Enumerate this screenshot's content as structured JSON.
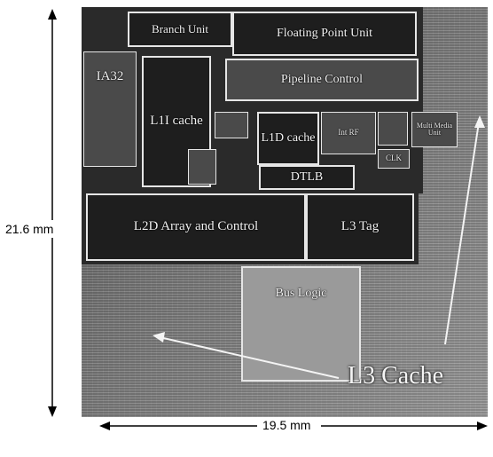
{
  "dimensions": {
    "height_label": "21.6 mm",
    "width_label": "19.5 mm"
  },
  "blocks": {
    "branch_unit": "Branch Unit",
    "floating_point_unit": "Floating Point Unit",
    "ia32": "IA32",
    "l1i_cache": "L1I cache",
    "pipeline_control": "Pipeline Control",
    "l1d_cache": "L1D cache",
    "int_rf": "Int RF",
    "multi_media_unit": "Multi Media Unit",
    "dtlb": "DTLB",
    "clk": "CLK",
    "l2d_array": "L2D Array and Control",
    "l3_tag": "L3 Tag",
    "bus_logic": "Bus Logic",
    "l3_cache": "L3 Cache"
  },
  "colors": {
    "die_gray": "#6e6e6e",
    "label_white": "#f2f2f2",
    "dimension_black": "#000000"
  }
}
